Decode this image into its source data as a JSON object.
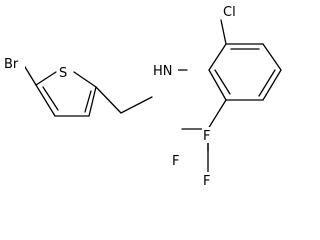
{
  "structure": {
    "atoms": {
      "br": "Br",
      "s": "S",
      "nh": "HN",
      "cl": "Cl",
      "f_top": "F",
      "f_left": "F",
      "f_bottom": "F"
    }
  }
}
